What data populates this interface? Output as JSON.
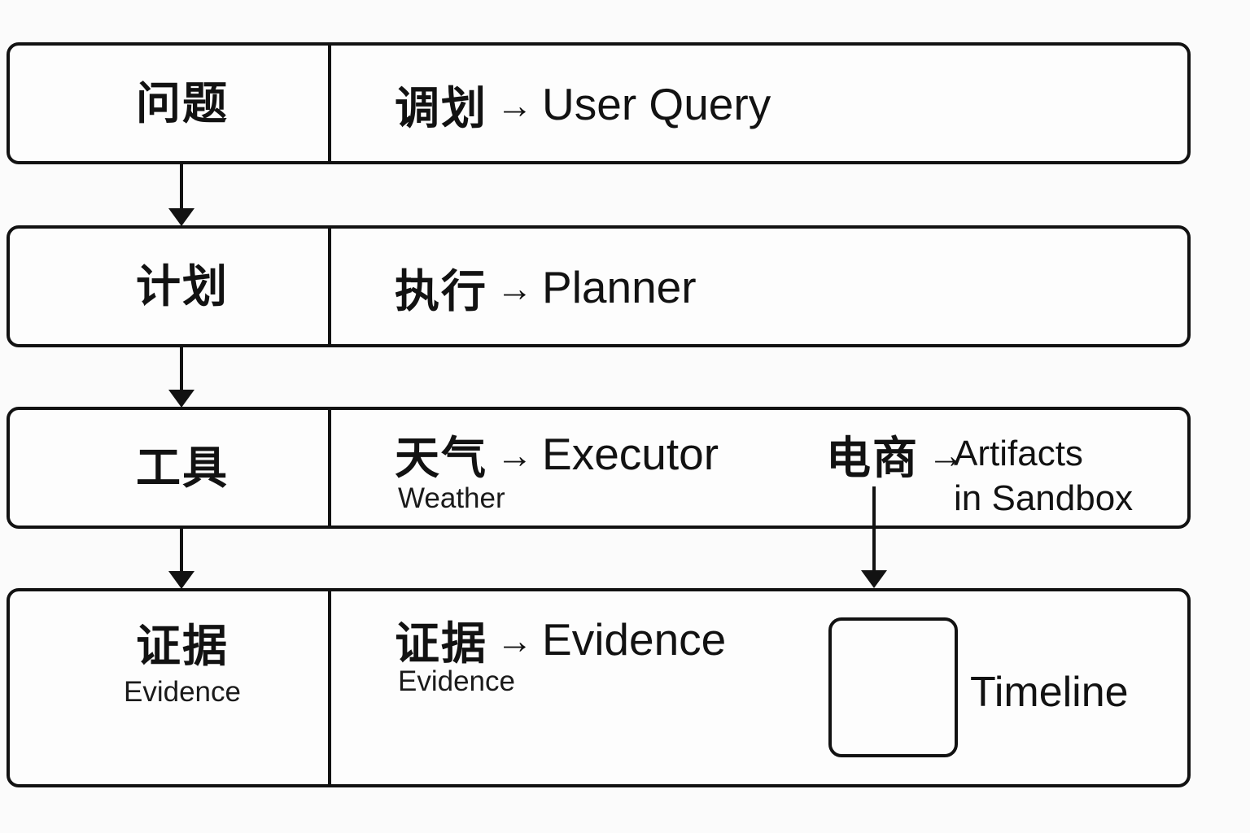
{
  "page": {
    "background": "#fbfbfb",
    "ink": "#121212"
  },
  "rows": [
    {
      "label": "问题",
      "items": [
        {
          "source": "调划",
          "arrow": "→",
          "target": "User Query"
        }
      ]
    },
    {
      "label": "计划",
      "items": [
        {
          "source": "执行",
          "arrow": "→",
          "target": "Planner"
        }
      ]
    },
    {
      "label": "工具",
      "items": [
        {
          "source": "天气",
          "arrow": "→",
          "target": "Executor",
          "subtitle": "Weather"
        },
        {
          "source": "电商",
          "arrow": "→",
          "target_line1": "Artifacts",
          "target_line2": "in Sandbox"
        }
      ]
    },
    {
      "label": "证据",
      "label_subtitle": "Evidence",
      "items": [
        {
          "source": "证据",
          "arrow": "→",
          "target": "Evidence",
          "subtitle": "Evidence"
        },
        {
          "timeline_label": "Timeline"
        }
      ]
    }
  ]
}
